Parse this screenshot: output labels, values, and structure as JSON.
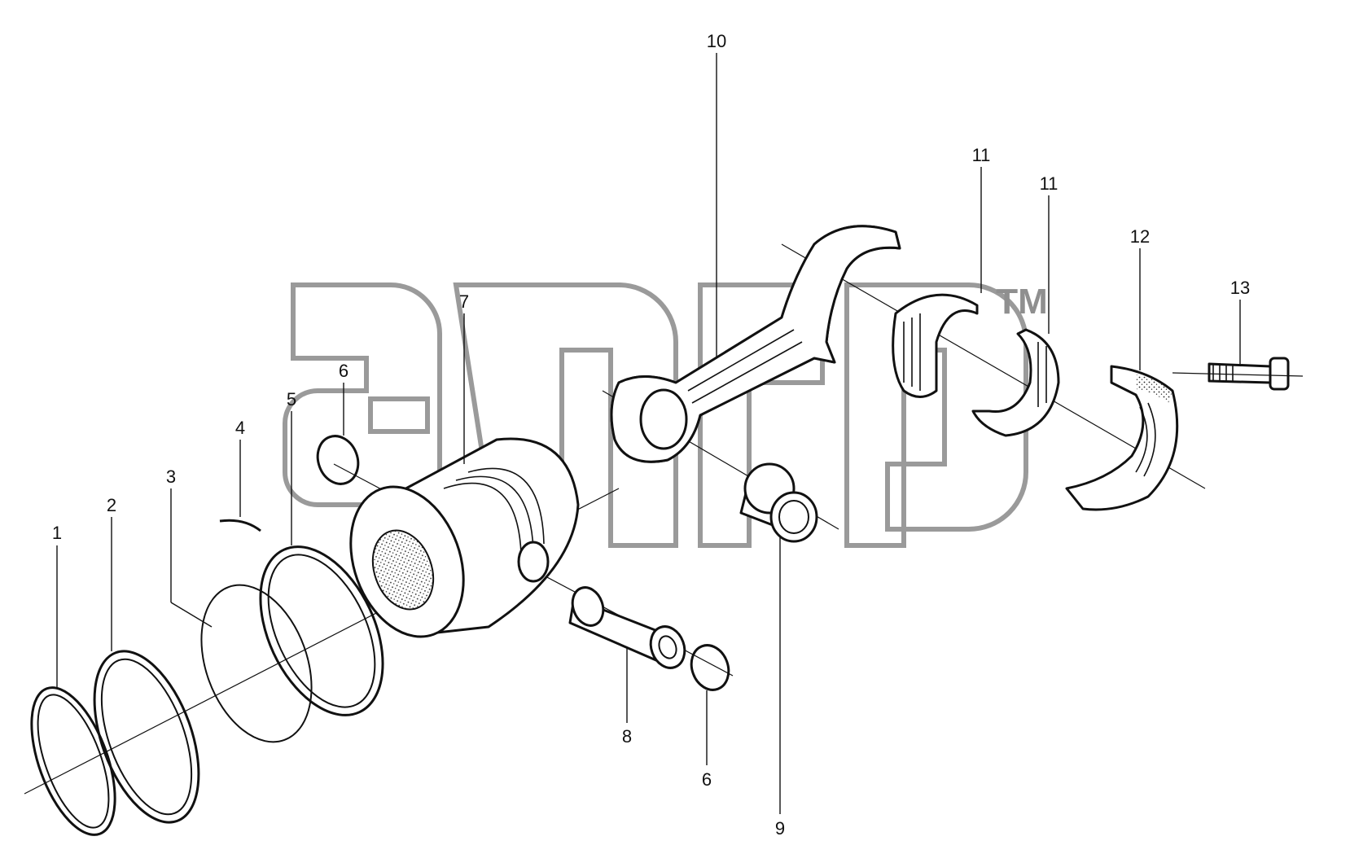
{
  "watermark": {
    "text": "TM",
    "color": "#8f8f8f"
  },
  "callouts": [
    {
      "id": "c1",
      "label": "1"
    },
    {
      "id": "c2",
      "label": "2"
    },
    {
      "id": "c3",
      "label": "3"
    },
    {
      "id": "c4",
      "label": "4"
    },
    {
      "id": "c5",
      "label": "5"
    },
    {
      "id": "c6a",
      "label": "6"
    },
    {
      "id": "c6b",
      "label": "6"
    },
    {
      "id": "c7",
      "label": "7"
    },
    {
      "id": "c8",
      "label": "8"
    },
    {
      "id": "c9",
      "label": "9"
    },
    {
      "id": "c10",
      "label": "10"
    },
    {
      "id": "c11a",
      "label": "11"
    },
    {
      "id": "c11b",
      "label": "11"
    },
    {
      "id": "c12",
      "label": "12"
    },
    {
      "id": "c13",
      "label": "13"
    }
  ]
}
